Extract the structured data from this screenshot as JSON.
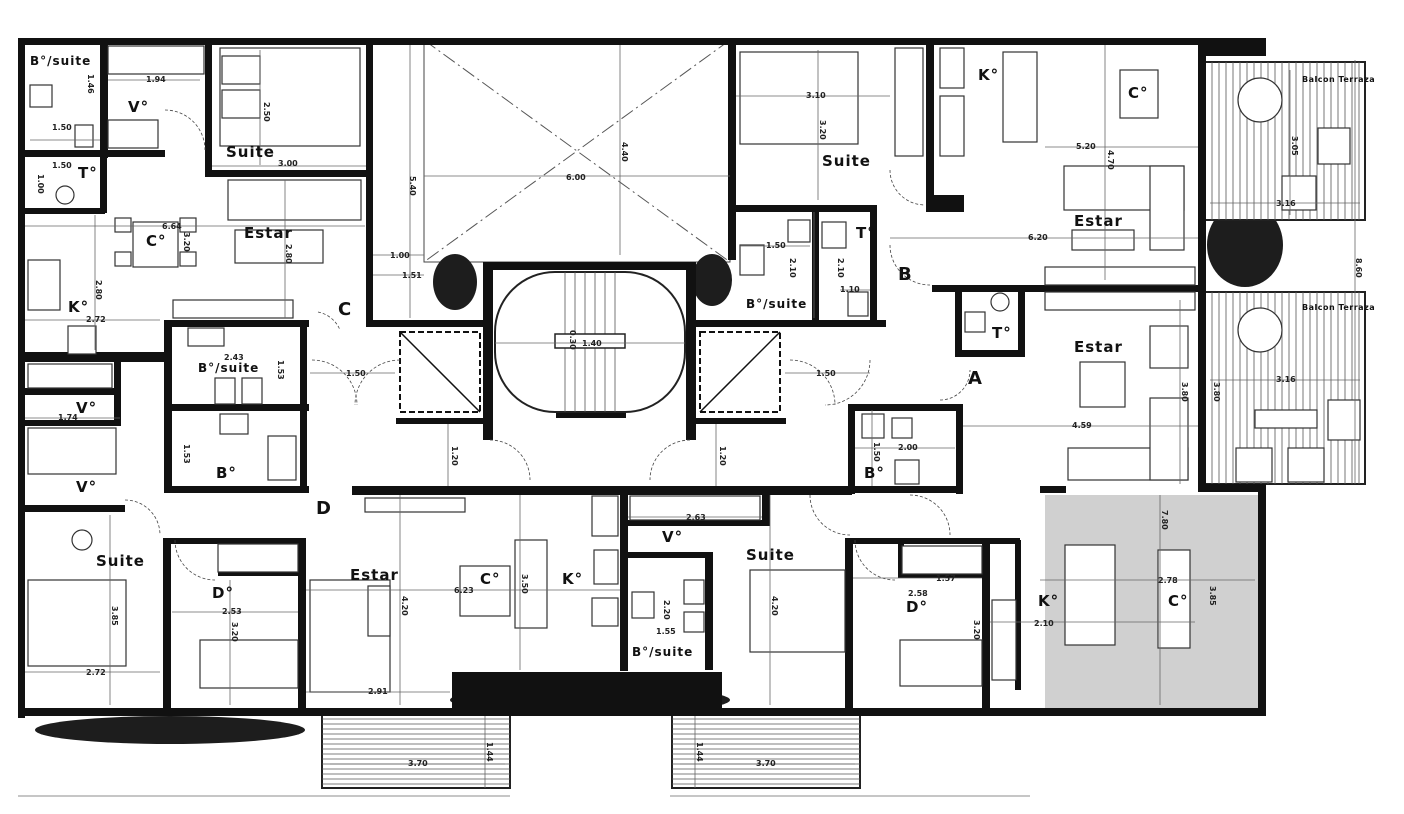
{
  "plan": {
    "rooms": [
      {
        "id": "r1",
        "label": "B°/suite",
        "small": true
      },
      {
        "id": "r2",
        "label": "V°"
      },
      {
        "id": "r3",
        "label": "Suite"
      },
      {
        "id": "r4",
        "label": "T°"
      },
      {
        "id": "r5",
        "label": "C°"
      },
      {
        "id": "r6",
        "label": "Estar"
      },
      {
        "id": "r7",
        "label": "K°"
      },
      {
        "id": "r8",
        "label": "B°/suite"
      },
      {
        "id": "r9",
        "label": "V°"
      },
      {
        "id": "r10",
        "label": "V°"
      },
      {
        "id": "r11",
        "label": "B°"
      },
      {
        "id": "r12",
        "label": "Suite"
      },
      {
        "id": "r13",
        "label": "D°"
      },
      {
        "id": "r14",
        "label": "Estar"
      },
      {
        "id": "r15",
        "label": "C°"
      },
      {
        "id": "r16",
        "label": "K°"
      },
      {
        "id": "r17",
        "label": "V°"
      },
      {
        "id": "r18",
        "label": "B°/suite"
      },
      {
        "id": "r19",
        "label": "Suite"
      },
      {
        "id": "r20",
        "label": "D°"
      },
      {
        "id": "r21",
        "label": "K°"
      },
      {
        "id": "r22",
        "label": "C°"
      },
      {
        "id": "r23",
        "label": "B°"
      },
      {
        "id": "r24",
        "label": "Estar"
      },
      {
        "id": "r25",
        "label": "T°"
      },
      {
        "id": "r26",
        "label": "B°/suite"
      },
      {
        "id": "r27",
        "label": "T°"
      },
      {
        "id": "r28",
        "label": "Suite"
      },
      {
        "id": "r29",
        "label": "K°"
      },
      {
        "id": "r30",
        "label": "C°"
      },
      {
        "id": "r31",
        "label": "Estar"
      },
      {
        "id": "r32",
        "label": "Balcon Terraza"
      },
      {
        "id": "r33",
        "label": "Balcon Terraza"
      }
    ],
    "unit_markers": [
      "A",
      "B",
      "C",
      "D"
    ],
    "dimensions": [
      "1.46",
      "1.94",
      "2.50",
      "1.50",
      "1.50",
      "1.00",
      "3.00",
      "6.64",
      "3.20",
      "2.80",
      "2.80",
      "2.72",
      "2.43",
      "1.53",
      "1.74",
      "1.53",
      "3.85",
      "2.72",
      "2.53",
      "3.20",
      "4.20",
      "6.23",
      "3.50",
      "2.91",
      "2.63",
      "2.20",
      "1.55",
      "4.20",
      "2.58",
      "1.57",
      "3.20",
      "2.10",
      "2.78",
      "3.85",
      "7.80",
      "5.40",
      "1.00",
      "1.51",
      "1.50",
      "4.40",
      "6.00",
      "0.30",
      "1.40",
      "1.20",
      "1.20",
      "1.50",
      "3.10",
      "3.20",
      "1.50",
      "2.10",
      "2.10",
      "1.10",
      "5.20",
      "4.70",
      "6.20",
      "3.05",
      "3.16",
      "8.60",
      "3.80",
      "3.16",
      "3.80",
      "4.59",
      "2.00",
      "1.50",
      "1.44",
      "3.70",
      "1.44",
      "3.70"
    ]
  }
}
